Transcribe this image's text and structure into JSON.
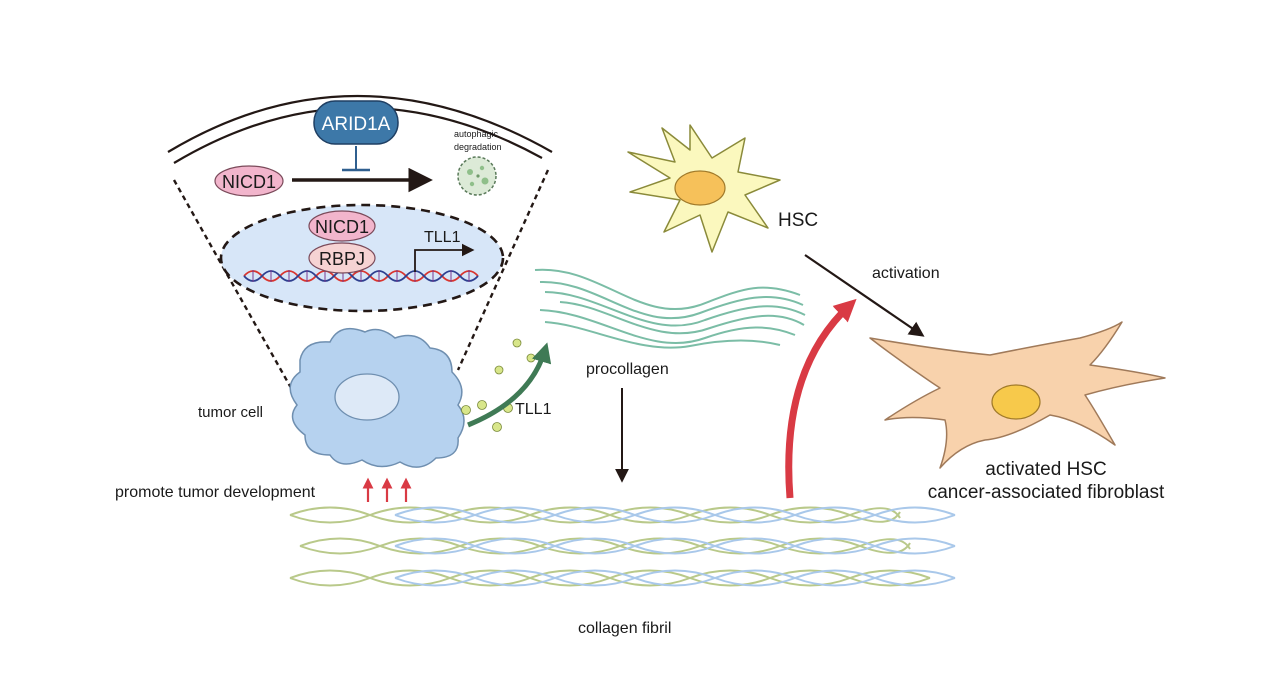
{
  "labels": {
    "arid1a": "ARID1A",
    "nicd1_cyto": "NICD1",
    "autophagic_line1": "autophagic",
    "autophagic_line2": "degradation",
    "nicd1_nuc": "NICD1",
    "rbpj": "RBPJ",
    "tll1_gene": "TLL1",
    "tumor_cell": "tumor cell",
    "tll1_secreted": "TLL1",
    "procollagen": "procollagen",
    "hsc": "HSC",
    "activation": "activation",
    "activated_line1": "activated HSC",
    "activated_line2": "cancer-associated fibroblast",
    "promote": "promote tumor development",
    "collagen_fibril": "collagen fibril"
  },
  "colors": {
    "arid1a_fill": "#3d78a8",
    "nicd1_fill": "#f2b5cc",
    "rbpj_fill": "#f6d3d3",
    "nucleus_fill": "#d7e6f8",
    "tumor_cell_fill": "#b6d2ef",
    "tll1_dot": "#d8e68a",
    "green_arrow": "#3f7a55",
    "procollagen_stroke": "#7bbda6",
    "hsc_fill": "#fbf8be",
    "hsc_nucleus": "#f6c15a",
    "caf_fill": "#f8d2ac",
    "caf_nucleus": "#f7c94b",
    "red_arrow": "#d93a44",
    "fibril_green": "#b9c98a",
    "fibril_blue": "#a9c8ea",
    "dna_red": "#d9352f",
    "dna_blue": "#2e3f8f"
  }
}
